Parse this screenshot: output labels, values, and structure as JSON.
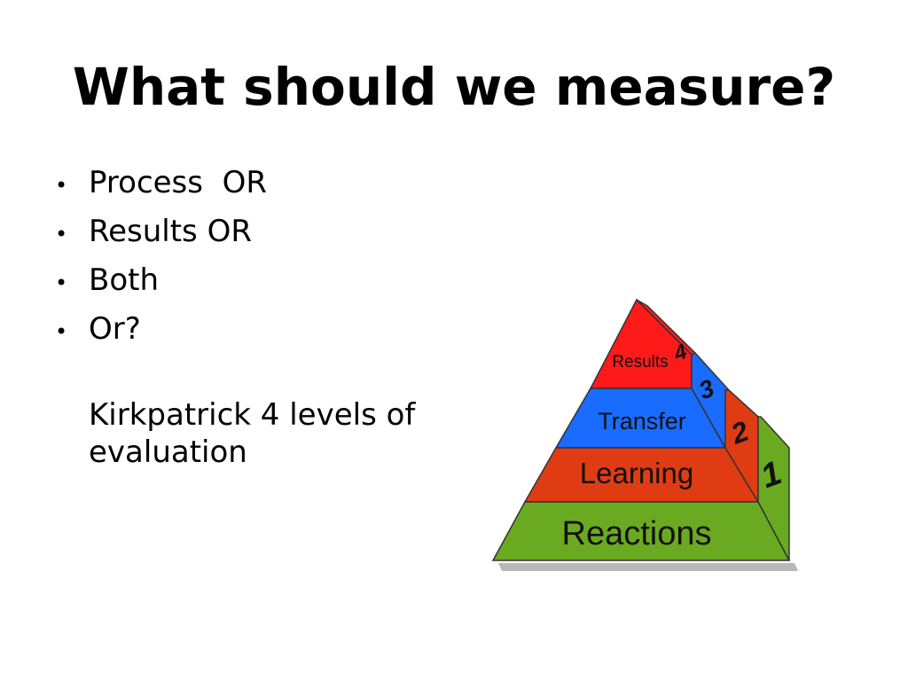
{
  "slide": {
    "title": "What should we measure?",
    "bullets": [
      "Process  OR",
      "Results OR",
      "Both",
      "Or?"
    ],
    "note_lines": [
      "Kirkpatrick 4 levels of",
      "evaluation"
    ]
  },
  "pyramid": {
    "levels": [
      {
        "number": "4",
        "label": "Results",
        "color": "#ff1a1a"
      },
      {
        "number": "3",
        "label": "Transfer",
        "color": "#1a6bff"
      },
      {
        "number": "2",
        "label": "Learning",
        "color": "#e03c14"
      },
      {
        "number": "1",
        "label": "Reactions",
        "color": "#6aaa20"
      }
    ]
  }
}
